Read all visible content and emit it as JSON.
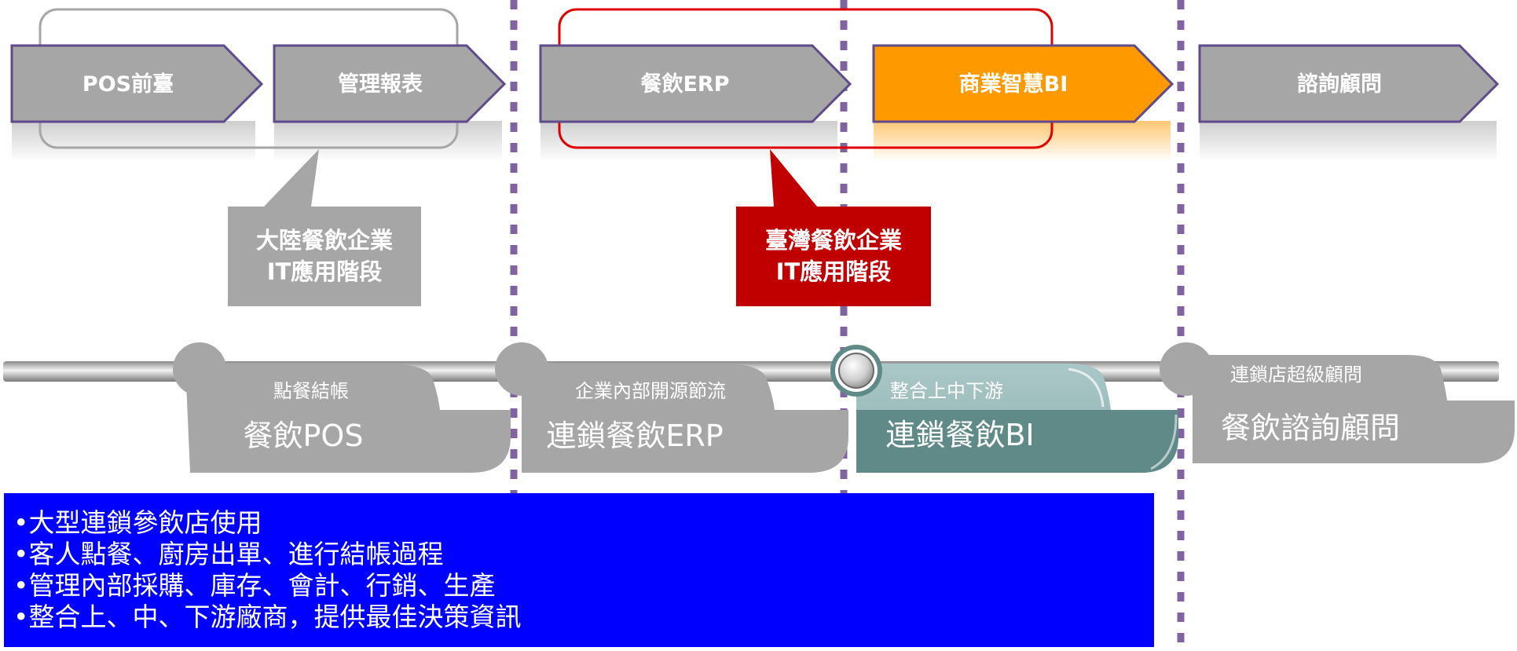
{
  "process_steps": [
    {
      "label": "POS前臺",
      "state": "default"
    },
    {
      "label": "管理報表",
      "state": "default"
    },
    {
      "label": "餐飲ERP",
      "state": "default"
    },
    {
      "label": "商業智慧BI",
      "state": "highlighted"
    },
    {
      "label": "諮詢顧問",
      "state": "default"
    }
  ],
  "callouts": {
    "mainland": {
      "line1": "大陸餐飲企業",
      "line2": "IT應用階段"
    },
    "taiwan": {
      "line1": "臺灣餐飲企業",
      "line2": "IT應用階段"
    }
  },
  "stages": [
    {
      "subtitle": "點餐結帳",
      "title": "餐飲POS"
    },
    {
      "subtitle": "企業內部開源節流",
      "title": "連鎖餐飲ERP"
    },
    {
      "subtitle": "整合上中下游",
      "title": "連鎖餐飲BI",
      "current": true
    },
    {
      "subtitle": "連鎖店超級顧問",
      "title": "餐飲諮詢顧問"
    }
  ],
  "description": {
    "items": [
      "•大型連鎖參飲店使用",
      "•客人點餐、廚房出單、進行結帳過程",
      "•管理內部採購、庫存、會計、行銷、生產",
      "•整合上、中、下游廠商，提供最佳決策資訊"
    ]
  },
  "colors": {
    "arrow_gray": "#A6A6A6",
    "arrow_border": "#5F4B8B",
    "highlight_orange": "#FF9900",
    "mainland_callout": "#A6A6A6",
    "taiwan_callout": "#C00000",
    "taiwan_bracket": "#E00000",
    "mainland_bracket": "#A6A6A6",
    "divider": "#8064A2",
    "stage_gray": "#A6A6A6",
    "stage_current": "#5F8A87",
    "description_bg": "#0000FF"
  }
}
